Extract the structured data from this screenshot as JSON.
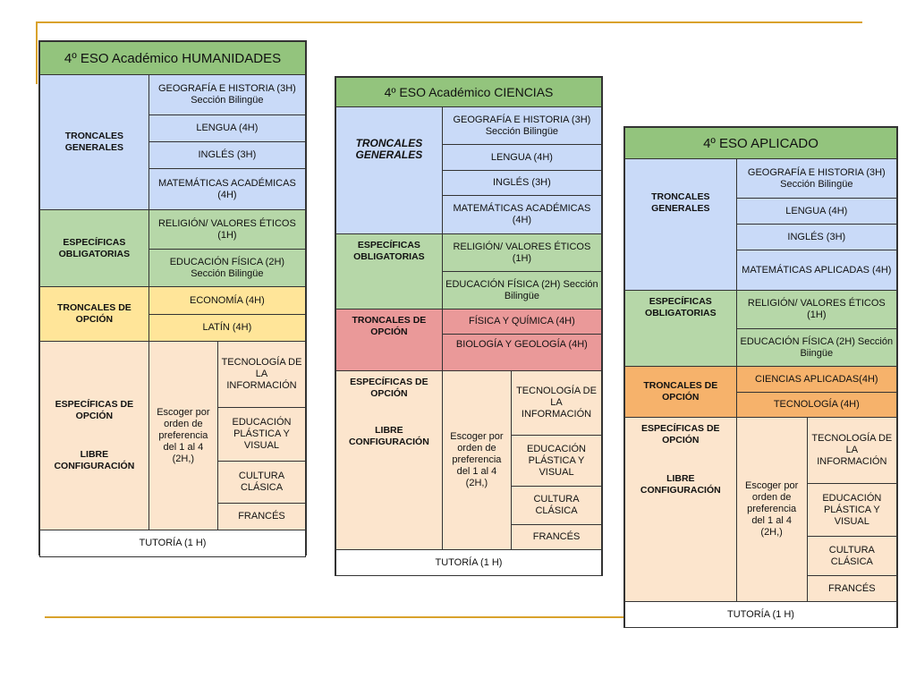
{
  "panels": {
    "humanidades": {
      "title": "4º ESO Académico HUMANIDADES",
      "troncales_generales": "TRONCALES GENERALES",
      "geografia": "GEOGRAFÍA E HISTORIA (3H) Sección Bilingüe",
      "lengua": "LENGUA (4H)",
      "ingles": "INGLÉS (3H)",
      "matematicas": "MATEMÁTICAS ACADÉMICAS (4H)",
      "especificas_obligatorias": "ESPECÍFICAS OBLIGATORIAS",
      "religion": "RELIGIÓN/ VALORES ÉTICOS (1H)",
      "educacion_fisica": "EDUCACIÓN FÍSICA (2H) Sección Bilingüe",
      "troncales_opcion": "TRONCALES DE OPCIÓN",
      "opcion_1": "ECONOMÍA (4H)",
      "opcion_2": "LATÍN (4H)",
      "especificas_opcion": "ESPECÍFICAS DE OPCIÓN",
      "libre_configuracion": "LIBRE CONFIGURACIÓN",
      "escoger": "Escoger por orden de preferencia del 1 al 4 (2H,)",
      "tecnologia_info": "TECNOLOGÍA DE LA INFORMACIÓN",
      "educacion_plastica": "EDUCACIÓN PLÁSTICA Y VISUAL",
      "cultura_clasica": "CULTURA CLÁSICA",
      "frances": "FRANCÉS",
      "tutoria": "TUTORÍA (1 H)"
    },
    "ciencias": {
      "title": "4º ESO Académico CIENCIAS",
      "troncales_generales": "TRONCALES GENERALES",
      "geografia": "GEOGRAFÍA E HISTORIA (3H) Sección Bilingüe",
      "lengua": "LENGUA (4H)",
      "ingles": "INGLÉS (3H)",
      "matematicas": "MATEMÁTICAS ACADÉMICAS (4H)",
      "especificas_obligatorias": "ESPECÍFICAS OBLIGATORIAS",
      "religion": "RELIGIÓN/ VALORES ÉTICOS (1H)",
      "educacion_fisica": "EDUCACIÓN FÍSICA (2H) Sección Bilingüe",
      "troncales_opcion": "TRONCALES DE OPCIÓN",
      "opcion_1": "FÍSICA Y QUÍMICA (4H)",
      "opcion_2": "BIOLOGÍA Y GEOLOGÍA (4H)",
      "especificas_opcion": "ESPECÍFICAS DE OPCIÓN",
      "libre_configuracion": "LIBRE CONFIGURACIÓN",
      "escoger": "Escoger por orden de preferencia del 1 al 4 (2H,)",
      "tecnologia_info": "TECNOLOGÍA DE LA INFORMACIÓN",
      "educacion_plastica": "EDUCACIÓN PLÁSTICA Y VISUAL",
      "cultura_clasica": "CULTURA CLÁSICA",
      "frances": "FRANCÉS",
      "tutoria": "TUTORÍA (1 H)"
    },
    "aplicado": {
      "title": "4º ESO APLICADO",
      "troncales_generales": "TRONCALES GENERALES",
      "geografia": "GEOGRAFÍA E HISTORIA (3H) Sección Bilingüe",
      "lengua": "LENGUA (4H)",
      "ingles": "INGLÉS (3H)",
      "matematicas": "MATEMÁTICAS APLICADAS (4H)",
      "especificas_obligatorias": "ESPECÍFICAS OBLIGATORIAS",
      "religion": "RELIGIÓN/ VALORES ÉTICOS (1H)",
      "educacion_fisica": "EDUCACIÓN FÍSICA (2H) Sección Biingüe",
      "troncales_opcion": "TRONCALES DE OPCIÓN",
      "opcion_1": "CIENCIAS APLICADAS(4H)",
      "opcion_2": "TECNOLOGÍA (4H)",
      "especificas_opcion": "ESPECÍFICAS DE OPCIÓN",
      "libre_configuracion": "LIBRE CONFIGURACIÓN",
      "escoger": "Escoger por orden de preferencia del 1 al 4 (2H,)",
      "tecnologia_info": "TECNOLOGÍA DE LA INFORMACIÓN",
      "educacion_plastica": "EDUCACIÓN PLÁSTICA Y VISUAL",
      "cultura_clasica": "CULTURA CLÁSICA",
      "frances": "FRANCÉS",
      "tutoria": "TUTORÍA (1 H)"
    }
  },
  "colors": {
    "title": "#93c47d",
    "troncales_generales": "#c9daf8",
    "especificas_obligatorias": "#b6d7a8",
    "troncales_opcion_humanidades": "#ffe599",
    "troncales_opcion_ciencias": "#ea9999",
    "troncales_opcion_aplicado": "#f6b26b",
    "especificas_opcion": "#fce5cd",
    "rule": "#d9a22c"
  }
}
